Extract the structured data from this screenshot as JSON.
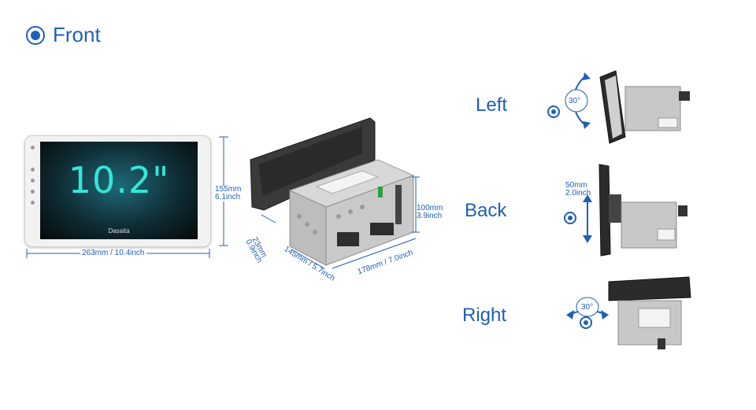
{
  "header": {
    "title": "Front"
  },
  "front": {
    "screen_size": "10.2\"",
    "brand": "Dasaita",
    "height_mm": "155mm",
    "height_inch": "6.1inch",
    "width_label": "263mm / 10.4inch"
  },
  "unit": {
    "height_mm": "100mm",
    "height_inch": "3.9inch",
    "thickness_mm": "23mm",
    "thickness_inch": "0.9inch",
    "depth_label": "145mm / 5.7inch",
    "width_label": "178mm / 7.0inch"
  },
  "views": {
    "left": {
      "label": "Left",
      "angle": "30°"
    },
    "back": {
      "label": "Back",
      "offset_mm": "50mm",
      "offset_inch": "2.0inch"
    },
    "right": {
      "label": "Right",
      "angle": "30°"
    }
  },
  "colors": {
    "accent": "#1f5fb4",
    "screen_text": "#33e6d8"
  }
}
